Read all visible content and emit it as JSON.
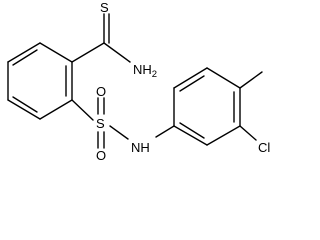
{
  "molecule": {
    "atoms": {
      "thione_s": "S",
      "amide_n": "NH",
      "amide_h_count": "2",
      "sulfonyl_s": "S",
      "sulfonyl_o_upper": "O",
      "sulfonyl_o_lower": "O",
      "sulfonamide_nh": "NH",
      "chloro": "Cl"
    },
    "colors": {
      "bond": "#000000",
      "label": "#000000",
      "background": "#ffffff"
    }
  }
}
